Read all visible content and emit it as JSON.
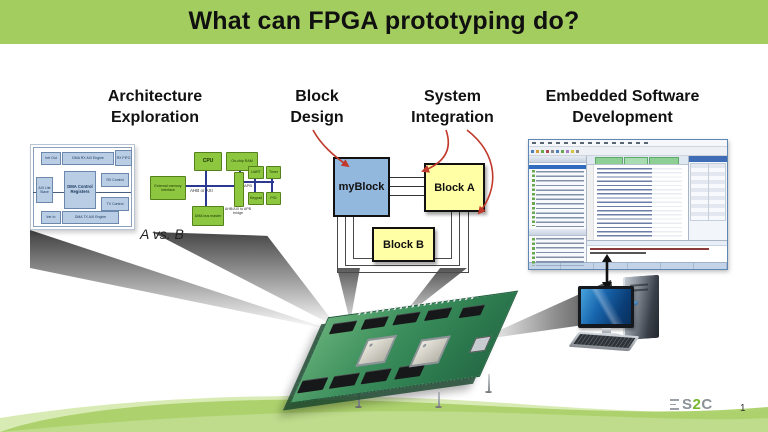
{
  "slide": {
    "title": "What can FPGA prototyping do?",
    "page_number": "1",
    "logo": {
      "s": "S",
      "two": "2",
      "c": "C"
    }
  },
  "sections": [
    {
      "line1": "Architecture",
      "line2": "Exploration"
    },
    {
      "line1": "Block",
      "line2": "Design"
    },
    {
      "line1": "System",
      "line2": "Integration"
    },
    {
      "line1": "Embedded Software",
      "line2": "Development"
    }
  ],
  "architecture": {
    "comparison_label": "A vs. B",
    "dma_diagram": {
      "blocks": [
        {
          "label": "Intr Out"
        },
        {
          "label": "DMA RX AXI Engine"
        },
        {
          "label": "RX FIFO"
        },
        {
          "label": "DMA Control Registers"
        },
        {
          "label": "RX Control"
        },
        {
          "label": "TX Control"
        },
        {
          "label": "AXI Lite Slave"
        },
        {
          "label": "Intr In"
        },
        {
          "label": "DMA TX AXI Engine"
        }
      ]
    },
    "amba_diagram": {
      "blocks": [
        {
          "label": "CPU"
        },
        {
          "label": "On-chip RAM"
        },
        {
          "label": "External memory interface"
        },
        {
          "label": "DMA bus master"
        },
        {
          "label": "UART"
        },
        {
          "label": "Timer"
        },
        {
          "label": "Keypad"
        },
        {
          "label": "PIO"
        }
      ],
      "bus_labels": {
        "main": "AHB or AXI",
        "apb": "APB",
        "bridge": "AHB/AXI to APB bridge"
      }
    }
  },
  "block_design": {
    "my_block": "myBlock",
    "block_a": "Block A",
    "block_b": "Block B"
  },
  "colors": {
    "header_green": "#a4cd5f",
    "swoosh_green": "#abd169",
    "arrow_red": "#c0392b",
    "myblock_blue": "#92b8dd",
    "block_yellow": "#ffffa6",
    "dma_block_blue": "#b9cde4",
    "amba_block_green": "#8dc63f",
    "pc_screen_blue": "#1866ae",
    "pcb_green": "#3c8f5c"
  }
}
